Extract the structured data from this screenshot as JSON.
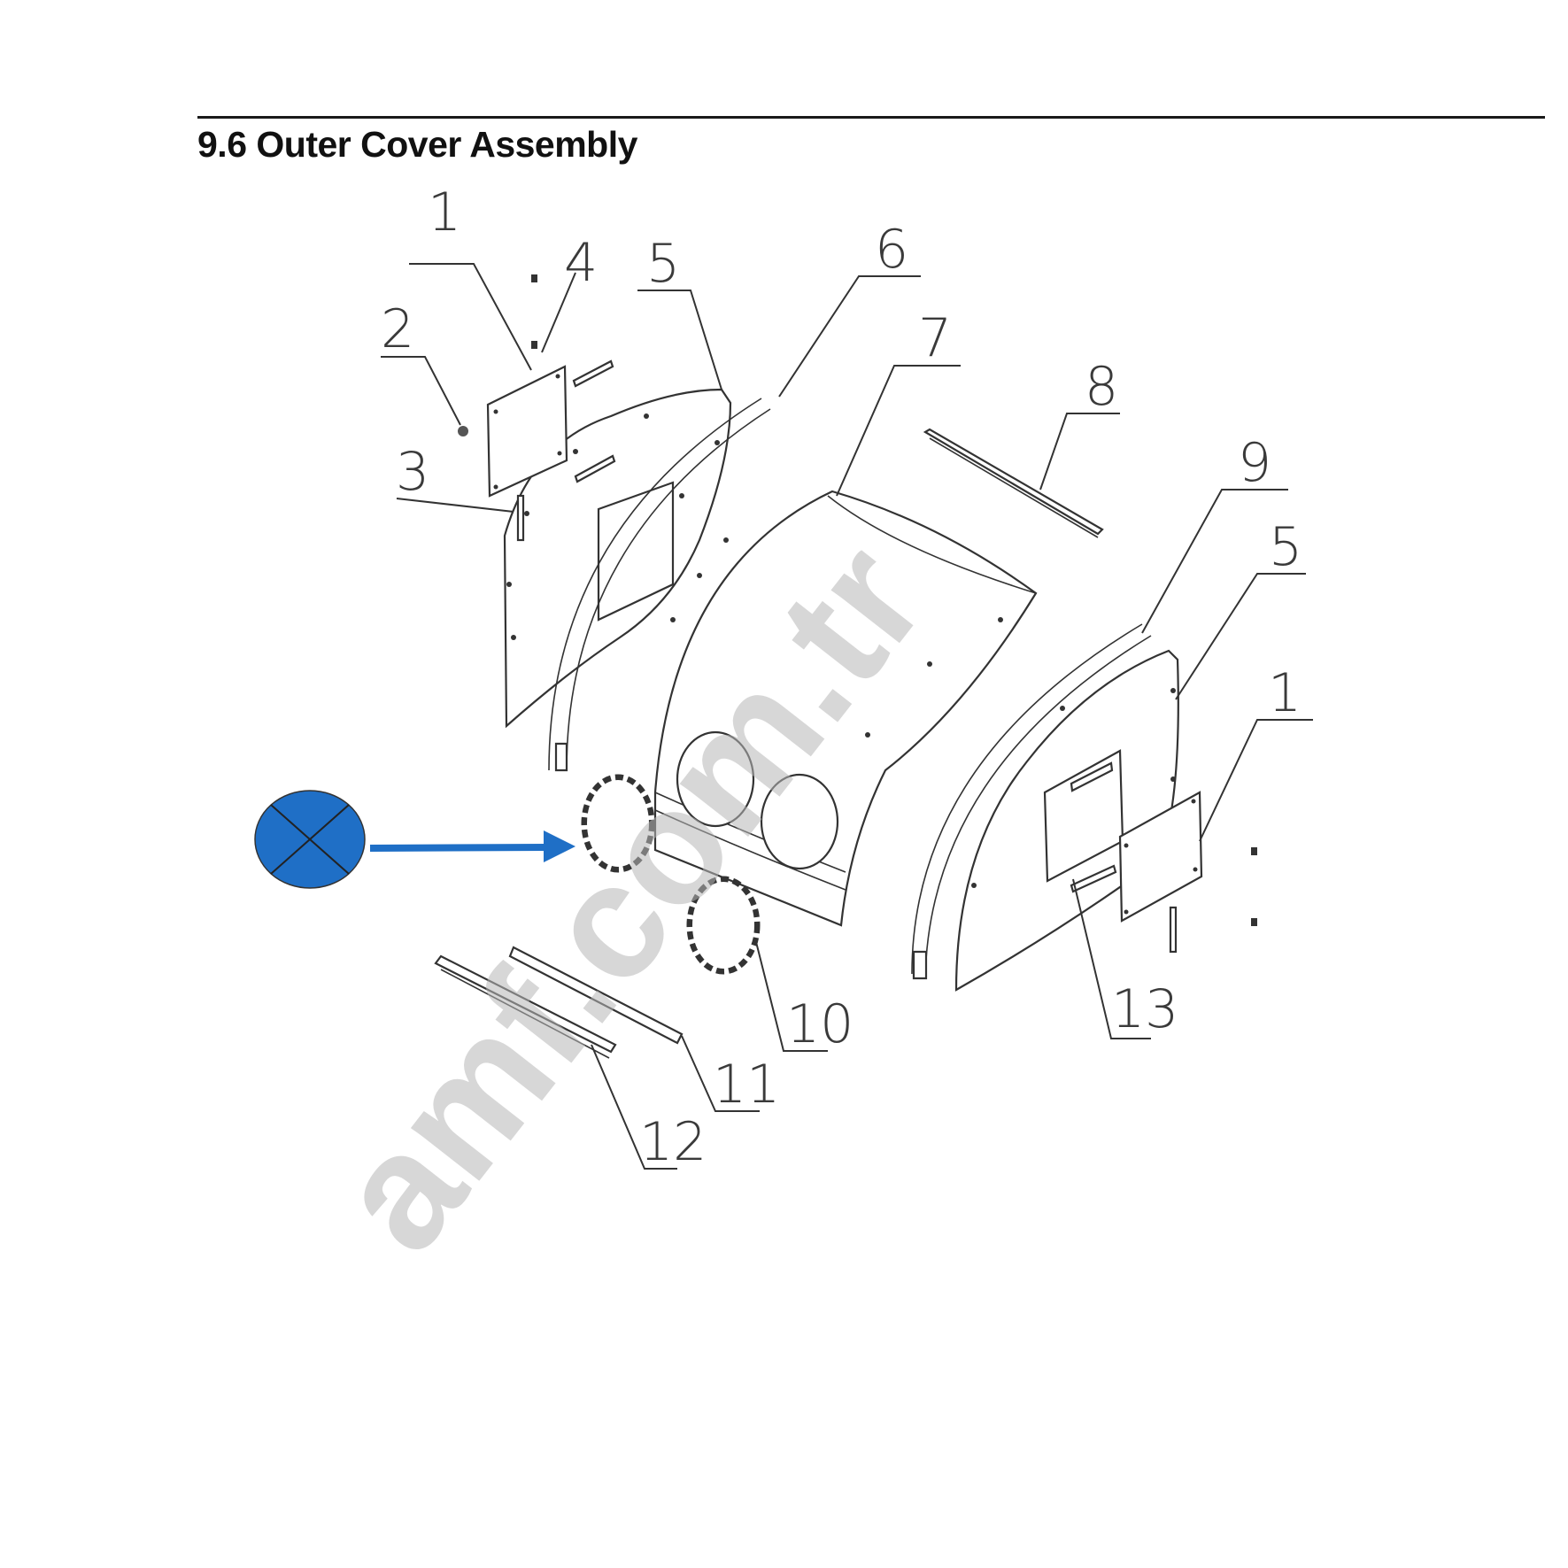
{
  "header": {
    "title": "9.6 Outer Cover Assembly"
  },
  "callouts": [
    "1",
    "2",
    "3",
    "4",
    "5",
    "6",
    "7",
    "8",
    "9",
    "5",
    "1",
    "13",
    "10",
    "11",
    "12"
  ],
  "watermark": {
    "text": "amf.com.tr"
  },
  "colors": {
    "highlight_disc": "#1f6fc6",
    "arrow": "#1f6fc6",
    "line": "#333333"
  },
  "highlight": {
    "icon": "circle-with-cross-icon",
    "points_to": "10"
  }
}
